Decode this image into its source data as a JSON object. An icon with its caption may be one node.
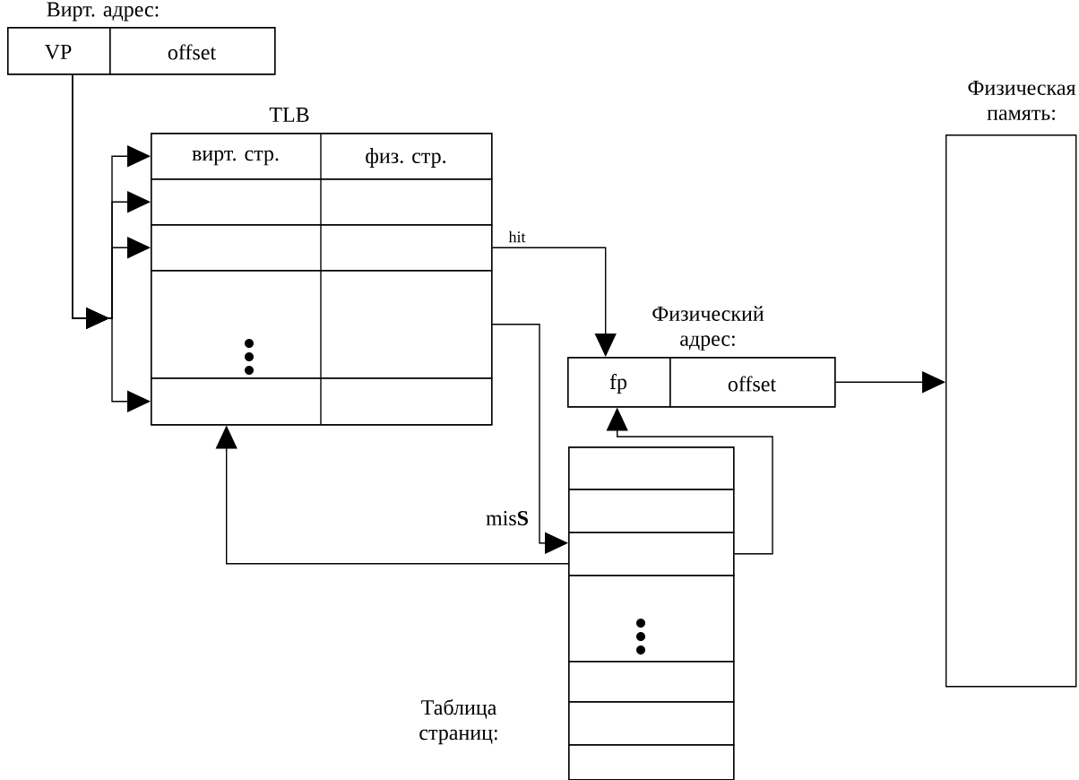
{
  "diagram": {
    "nodes": [
      {
        "text": [
          "Вирт. адрес:"
        ]
      },
      {
        "text": [
          "VP"
        ],
        "in": 0
      },
      {
        "text": [
          "offset"
        ],
        "in": 0
      },
      {
        "text": [
          "TLB"
        ]
      },
      {
        "text": [
          "вирт. стр.",
          "физ. стр."
        ],
        "in": 3
      },
      {
        "text": [],
        "shape": "box",
        "in": 3
      },
      {
        "text": [],
        "shape": "box",
        "in": 3
      },
      {
        "text": [],
        "shape": "box",
        "in": 3
      },
      {
        "text": [],
        "shape": "box",
        "in": 3
      },
      {
        "text": [
          "Физический адрес:"
        ]
      },
      {
        "text": [
          "fp"
        ],
        "in": 9
      },
      {
        "text": [
          "offset"
        ],
        "in": 9
      },
      {
        "text": [
          "Таблица страниц:"
        ]
      },
      {
        "text": [],
        "shape": "box",
        "in": 12
      },
      {
        "text": [],
        "shape": "box",
        "in": 12
      },
      {
        "text": [],
        "shape": "box",
        "in": 12
      },
      {
        "text": [],
        "shape": "box",
        "in": 12
      },
      {
        "text": [],
        "shape": "box",
        "in": 12
      },
      {
        "text": [],
        "shape": "box",
        "in": 12
      },
      {
        "text": [],
        "shape": "box",
        "in": 12
      },
      {
        "text": [
          "Физическая память:"
        ]
      }
    ],
    "edges": [
      {
        "from": 1,
        "to": 4,
        "arrow": "to"
      },
      {
        "from": 1,
        "to": 5,
        "arrow": "to"
      },
      {
        "from": 1,
        "to": 6,
        "arrow": "to"
      },
      {
        "from": 1,
        "to": 8,
        "arrow": "to"
      },
      {
        "from": 6,
        "to": 10,
        "arrow": "to",
        "label": "hit"
      },
      {
        "from": 7,
        "to": 15,
        "arrow": "to",
        "label": "mis**S**"
      },
      {
        "from": 15,
        "to": 3,
        "arrow": "to"
      },
      {
        "from": 15,
        "to": 10,
        "arrow": "to"
      },
      {
        "from": 9,
        "to": 20,
        "arrow": "to"
      }
    ]
  }
}
